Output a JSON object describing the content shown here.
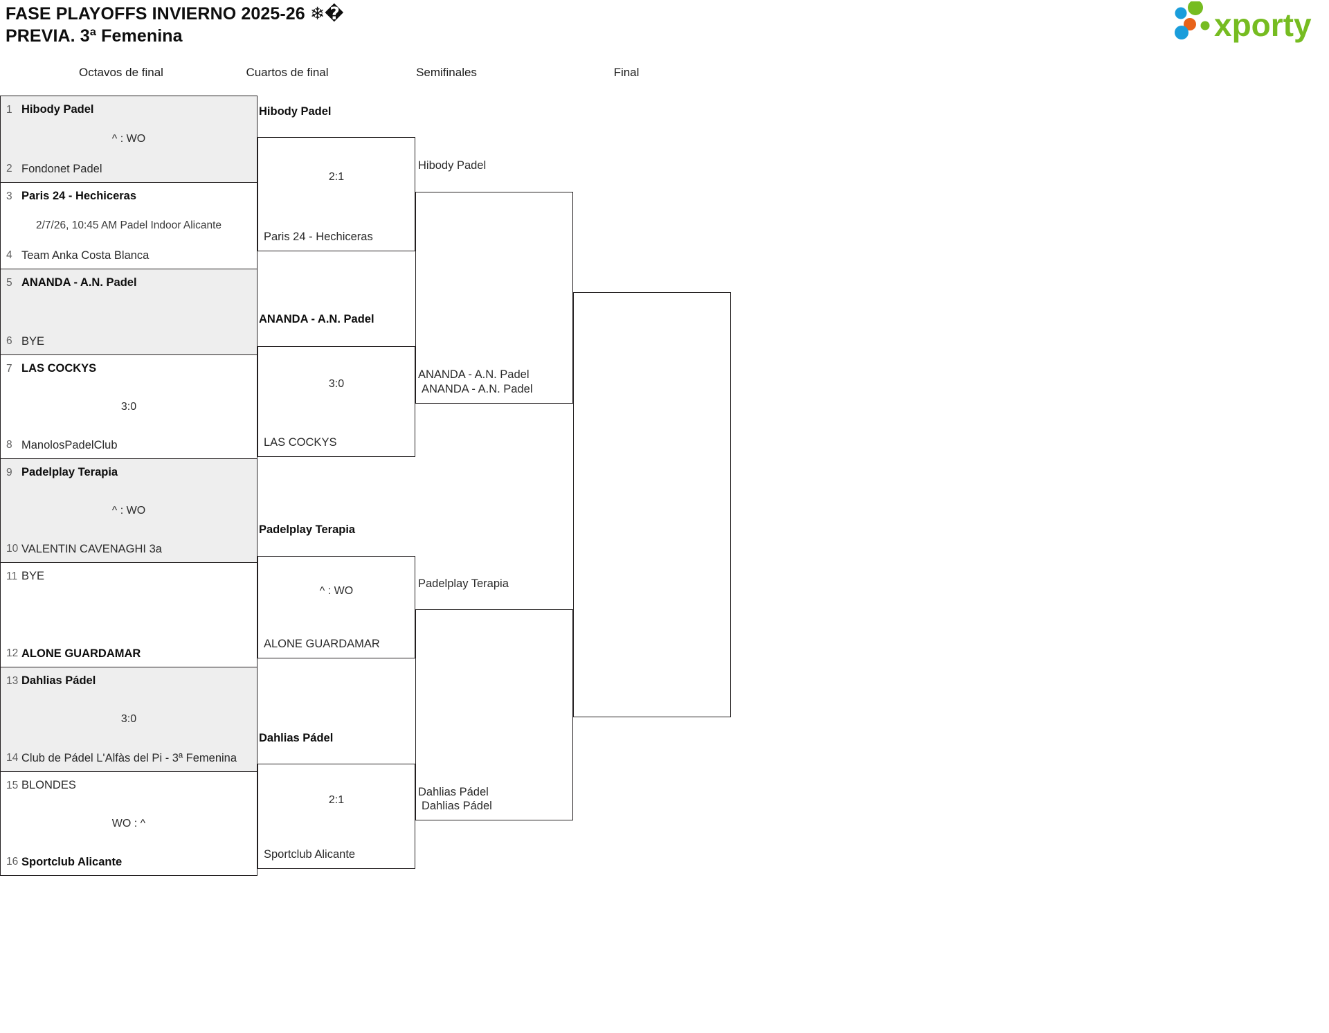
{
  "header": {
    "title_line1": "FASE PLAYOFFS INVIERNO 2025-26 ❄�",
    "title_line2": "PREVIA. 3ª Femenina",
    "logo_text": "xporty",
    "logo_colors": {
      "green": "#76bc21",
      "blue": "#1a9ddb",
      "orange": "#e8631a"
    }
  },
  "rounds": [
    {
      "label": "Octavos de final"
    },
    {
      "label": "Cuartos de final"
    },
    {
      "label": "Semifinales"
    },
    {
      "label": "Final"
    }
  ],
  "round_of_16": [
    {
      "top": {
        "seed": "1",
        "name": "Hibody Padel",
        "winner": true
      },
      "bottom": {
        "seed": "2",
        "name": "Fondonet Padel",
        "winner": false
      },
      "middle": "^ : WO",
      "middle_kind": "score",
      "shaded": true
    },
    {
      "top": {
        "seed": "3",
        "name": "Paris 24 - Hechiceras",
        "winner": true
      },
      "bottom": {
        "seed": "4",
        "name": "Team Anka Costa Blanca",
        "winner": false
      },
      "middle": "2/7/26, 10:45 AM Padel Indoor Alicante",
      "middle_kind": "detail",
      "shaded": false
    },
    {
      "top": {
        "seed": "5",
        "name": "ANANDA - A.N. Padel",
        "winner": true
      },
      "bottom": {
        "seed": "6",
        "name": "BYE",
        "winner": false
      },
      "middle": "",
      "middle_kind": "score",
      "shaded": true
    },
    {
      "top": {
        "seed": "7",
        "name": "LAS COCKYS",
        "winner": true
      },
      "bottom": {
        "seed": "8",
        "name": "ManolosPadelClub",
        "winner": false
      },
      "middle": "3:0",
      "middle_kind": "score",
      "shaded": false
    },
    {
      "top": {
        "seed": "9",
        "name": "Padelplay Terapia",
        "winner": true
      },
      "bottom": {
        "seed": "10",
        "name": "VALENTIN CAVENAGHI 3a",
        "winner": false
      },
      "middle": "^ : WO",
      "middle_kind": "score",
      "shaded": true
    },
    {
      "top": {
        "seed": "11",
        "name": "BYE",
        "winner": false
      },
      "bottom": {
        "seed": "12",
        "name": "ALONE GUARDAMAR",
        "winner": true
      },
      "middle": "",
      "middle_kind": "score",
      "shaded": false
    },
    {
      "top": {
        "seed": "13",
        "name": "Dahlias Pádel",
        "winner": true
      },
      "bottom": {
        "seed": "14",
        "name": "Club de Pádel L'Alfàs del Pi - 3ª Femenina",
        "winner": false
      },
      "middle": "3:0",
      "middle_kind": "score",
      "shaded": true
    },
    {
      "top": {
        "seed": "15",
        "name": "BLONDES",
        "winner": false
      },
      "bottom": {
        "seed": "16",
        "name": "Sportclub Alicante",
        "winner": true
      },
      "middle": "WO : ^",
      "middle_kind": "score",
      "shaded": false
    }
  ],
  "quarter_finals": [
    {
      "upper": "Hibody Padel",
      "lower": "Paris 24 - Hechiceras",
      "score": "2:1",
      "out": "Hibody Padel"
    },
    {
      "upper": "ANANDA - A.N. Padel",
      "lower": "LAS COCKYS",
      "score": "3:0",
      "out": "ANANDA - A.N. Padel"
    },
    {
      "upper": "Padelplay Terapia",
      "lower": "ALONE GUARDAMAR",
      "score": "^ : WO",
      "out": "Padelplay Terapia"
    },
    {
      "upper": "Dahlias Pádel",
      "lower": "Sportclub Alicante",
      "score": "2:1",
      "out": "Dahlias Pádel"
    }
  ],
  "semi_finals": [
    {
      "upper": "Hibody Padel",
      "lower": "ANANDA - A.N. Padel",
      "score": "",
      "out": ""
    },
    {
      "upper": "Padelplay Terapia",
      "lower": "Dahlias Pádel",
      "score": "",
      "out": ""
    }
  ],
  "final": {
    "upper": "",
    "lower": "",
    "score": "",
    "out": ""
  }
}
